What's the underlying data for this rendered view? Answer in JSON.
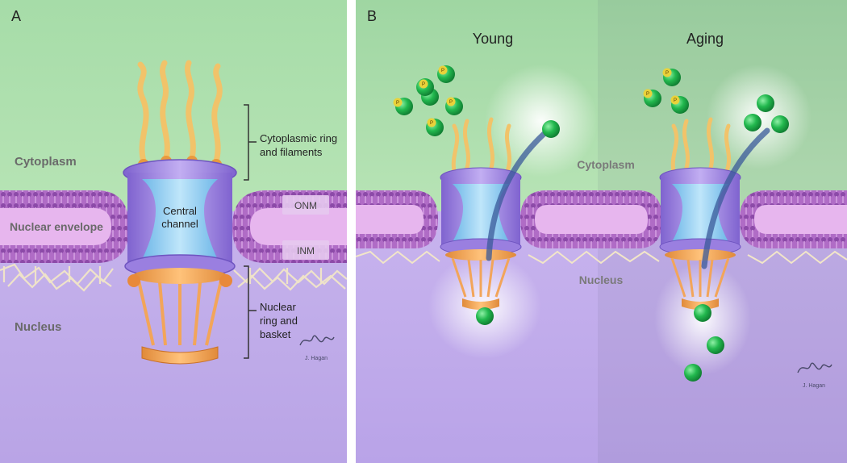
{
  "panel_a": {
    "letter": "A",
    "cytoplasm": "Cytoplasm",
    "nuclear_envelope": "Nuclear envelope",
    "nucleus": "Nucleus",
    "central_channel_line1": "Central",
    "central_channel_line2": "channel",
    "cyto_ring_line1": "Cytoplasmic ring",
    "cyto_ring_line2": "and filaments",
    "onm": "ONM",
    "inm": "INM",
    "nuclear_ring_line1": "Nuclear",
    "nuclear_ring_line2": "ring and",
    "nuclear_ring_line3": "basket",
    "signature": "J. Hagan"
  },
  "panel_b": {
    "letter": "B",
    "young": "Young",
    "aging": "Aging",
    "cytoplasm": "Cytoplasm",
    "nucleus": "Nucleus",
    "phospho_label": "P",
    "signature": "J. Hagan"
  },
  "colors": {
    "cytoplasm": "#a7dcaa",
    "nucleus": "#c3b0ea",
    "envelope": "#9a5fb8",
    "pore_purple": "#a98ce8",
    "channel_blue": "#8fd0f2",
    "filament": "#e8b860",
    "basket": "#f0a25a",
    "cargo": "#1fb84e"
  }
}
